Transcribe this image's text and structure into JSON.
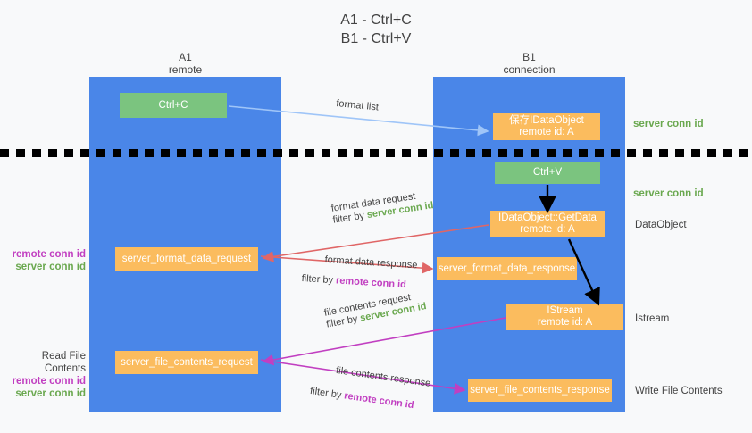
{
  "title": "A1 - Ctrl+C\nB1 - Ctrl+V",
  "colors": {
    "lane_blue": "#4a86e8",
    "box_green": "#7bc47f",
    "box_orange": "#fbbc5e",
    "server_conn_green": "#6aa84f",
    "remote_conn_magenta": "#c13fc1",
    "arrow_blue": "#9fc5f8",
    "arrow_red": "#e06666",
    "arrow_magenta": "#c13fc1",
    "arrow_black": "#000000",
    "text_gray": "#434343",
    "background": "#f8f9fa"
  },
  "columns": [
    {
      "key": "a1",
      "title": "A1\nremote"
    },
    {
      "key": "b1",
      "title": "B1\nconnection"
    }
  ],
  "boxes": {
    "ctrl_c": "Ctrl+C",
    "save_idataobject": "保存IDataObject\nremote id: A",
    "ctrl_v": "Ctrl+V",
    "getdata": "IDataObject::GetData\nremote id: A",
    "server_format_data_request": "server_format_data_request",
    "server_format_data_response": "server_format_data_response",
    "istream": "IStream\nremote id: A",
    "server_file_contents_request": "server_file_contents_request",
    "server_file_contents_response": "server_file_contents_response"
  },
  "edges": {
    "format_list": "format list",
    "format_data_request": "format data request",
    "format_data_request_filter_prefix": "filter by ",
    "format_data_request_filter_value": "server conn id",
    "format_data_response": "format data response",
    "format_data_response_filter_prefix": "filter by ",
    "format_data_response_filter_value": "remote conn id",
    "file_contents_request": "file contents request",
    "file_contents_request_filter_prefix": "filter by ",
    "file_contents_request_filter_value": "server conn id",
    "file_contents_response": "file contents response",
    "file_contents_response_filter_prefix": "filter by ",
    "file_contents_response_filter_value": "remote conn id"
  },
  "right_annotations": {
    "server_conn_id_top": "server conn id",
    "server_conn_id_mid": "server conn id",
    "data_object": "DataObject",
    "istream": "Istream",
    "write_file_contents": "Write File Contents"
  },
  "left_annotations": {
    "format_remote": "remote conn id",
    "format_server": "server conn id",
    "read_file_contents": "Read File Contents",
    "file_remote": "remote conn id",
    "file_server": "server conn id"
  }
}
